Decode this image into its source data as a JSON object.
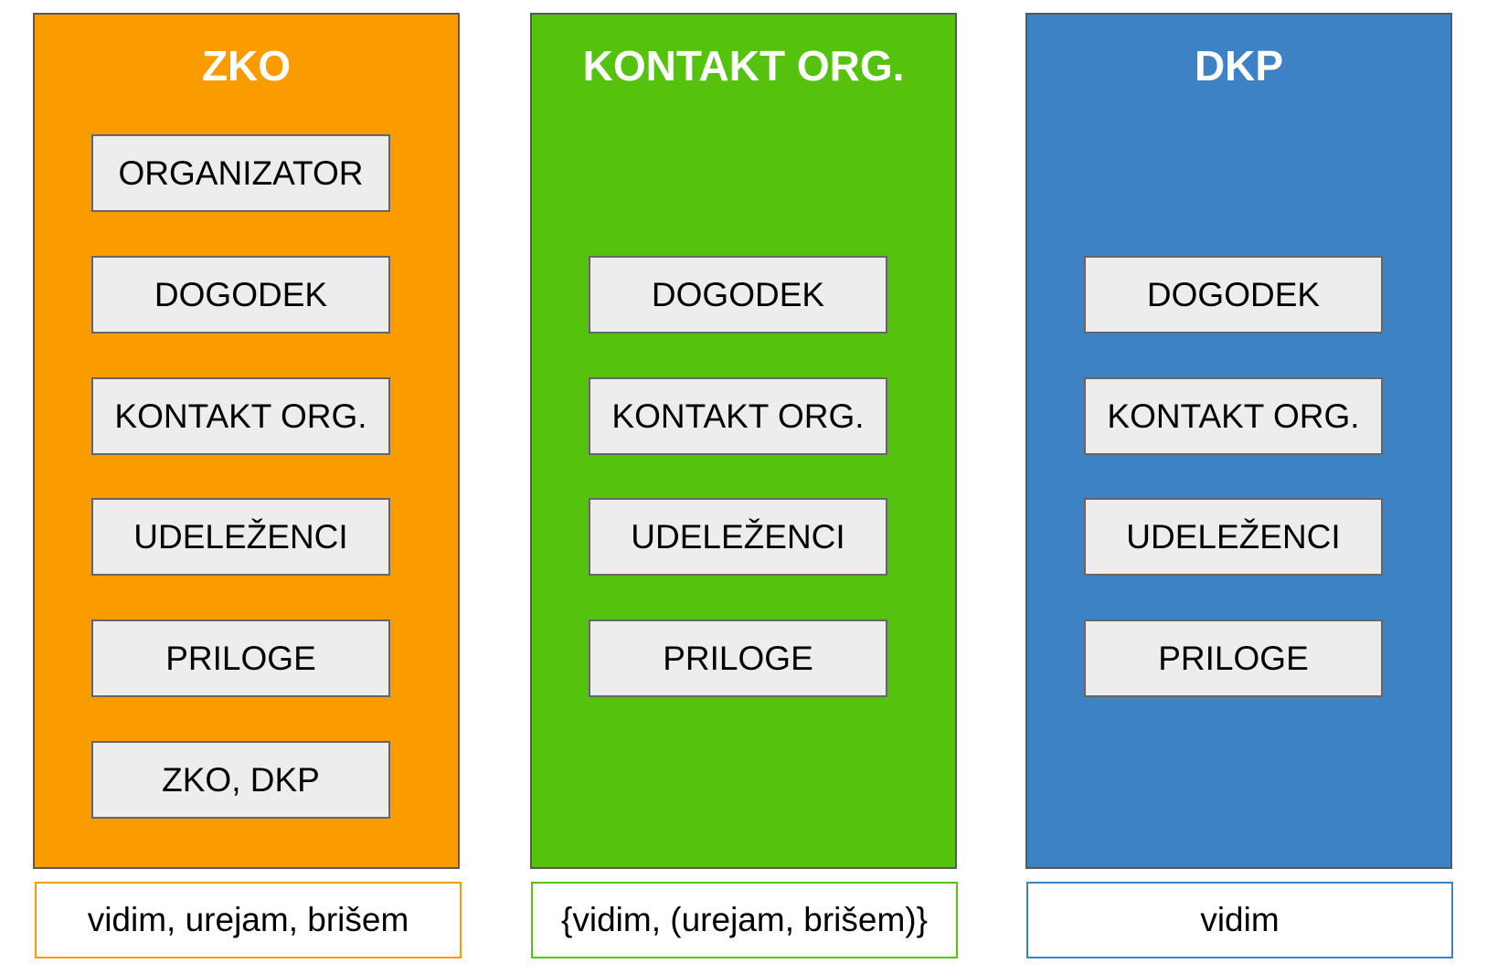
{
  "diagram": {
    "background": "#FFFFFF",
    "column_border": "#58585A",
    "box_fill": "#EDEDED",
    "box_border": "#666666",
    "text_color": "#000000",
    "title_color": "#FFFFFF",
    "columns": [
      {
        "title": "ZKO",
        "color": "#FA9C00",
        "boxes": [
          "ORGANIZATOR",
          "DOGODEK",
          "KONTAKT ORG.",
          "UDELEŽENCI",
          "PRILOGE",
          "ZKO, DKP"
        ],
        "legend": "vidim, urejam, brišem"
      },
      {
        "title": "KONTAKT ORG.",
        "color": "#55C30E",
        "boxes": [
          "DOGODEK",
          "KONTAKT ORG.",
          "UDELEŽENCI",
          "PRILOGE"
        ],
        "legend": "{vidim, (urejam, brišem)}"
      },
      {
        "title": "DKP",
        "color": "#3E82C6",
        "boxes": [
          "DOGODEK",
          "KONTAKT ORG.",
          "UDELEŽENCI",
          "PRILOGE"
        ],
        "legend": "vidim"
      }
    ]
  }
}
